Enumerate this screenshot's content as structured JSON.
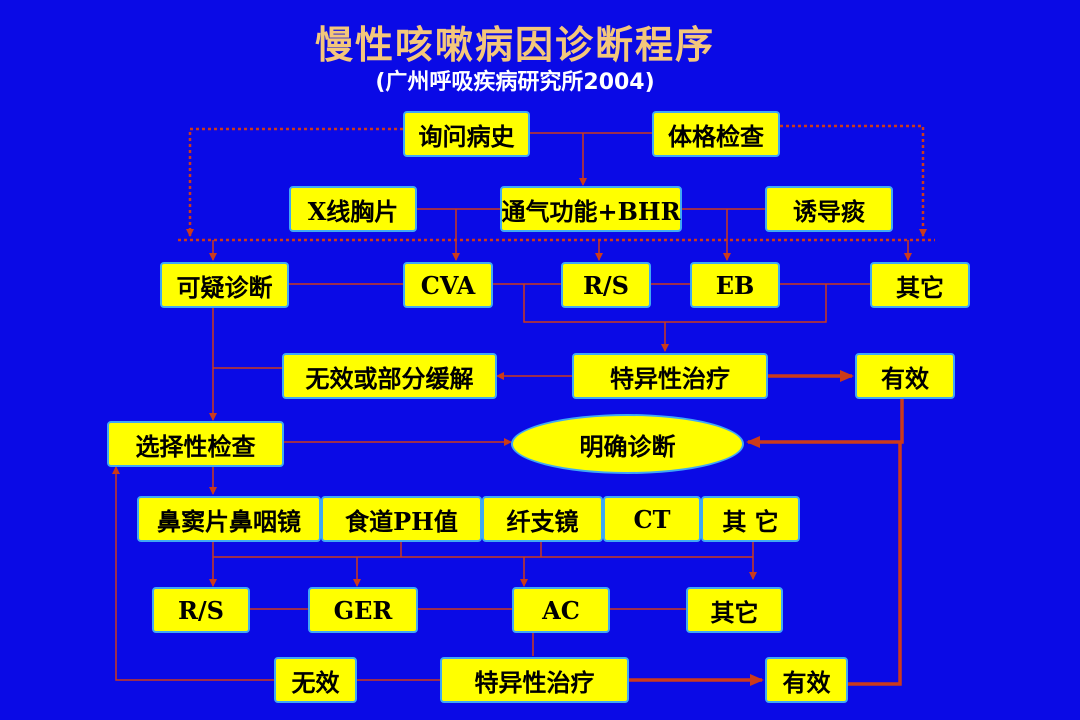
{
  "header": {
    "title": "慢性咳嗽病因诊断程序",
    "subtitle": "(广州呼吸疾病研究所2004)"
  },
  "nodes": {
    "history": "询问病史",
    "physical_exam": "体格检查",
    "xray": "X线胸片",
    "ventilation_bhr": "通气功能+BHR",
    "induced_sputum": "诱导痰",
    "suspected_diagnosis": "可疑诊断",
    "cva": "CVA",
    "rs_top": "R/S",
    "eb": "EB",
    "other_top": "其它",
    "ineffective_partial": "无效或部分缓解",
    "specific_treatment_1": "特异性治疗",
    "effective_1": "有效",
    "selective_exam": "选择性检查",
    "confirmed_diagnosis": "明确诊断",
    "sinus_nasopharyngoscope": "鼻窦片鼻咽镜",
    "esophageal_ph": "食道PH值",
    "bronchoscope": "纤支镜",
    "ct": "CT",
    "other_mid": "其 它",
    "rs_bottom": "R/S",
    "ger": "GER",
    "ac": "AC",
    "other_bottom": "其它",
    "ineffective": "无效",
    "specific_treatment_2": "特异性治疗",
    "effective_2": "有效"
  },
  "colors": {
    "background": "#0a0ae6",
    "box_fill": "#ffff00",
    "box_border": "#3fa9f5",
    "title": "#f4c77b",
    "connector": "#cc3a1a"
  }
}
